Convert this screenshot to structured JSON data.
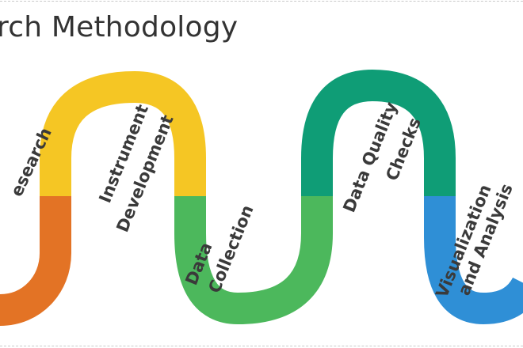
{
  "title": "rch Methodology",
  "colors": {
    "orange": "#e37325",
    "yellow": "#f5c624",
    "green": "#4cb85c",
    "teal": "#0f9d76",
    "blue": "#2f8fd6",
    "text": "#3a3a3a"
  },
  "steps": [
    {
      "line1": "esearch",
      "line2": ""
    },
    {
      "line1": "Instrument",
      "line2": "Development"
    },
    {
      "line1": "Data",
      "line2": "Collection"
    },
    {
      "line1": "Data Quality",
      "line2": "Checks"
    },
    {
      "line1": "Visualization",
      "line2": "and Analysis"
    }
  ]
}
